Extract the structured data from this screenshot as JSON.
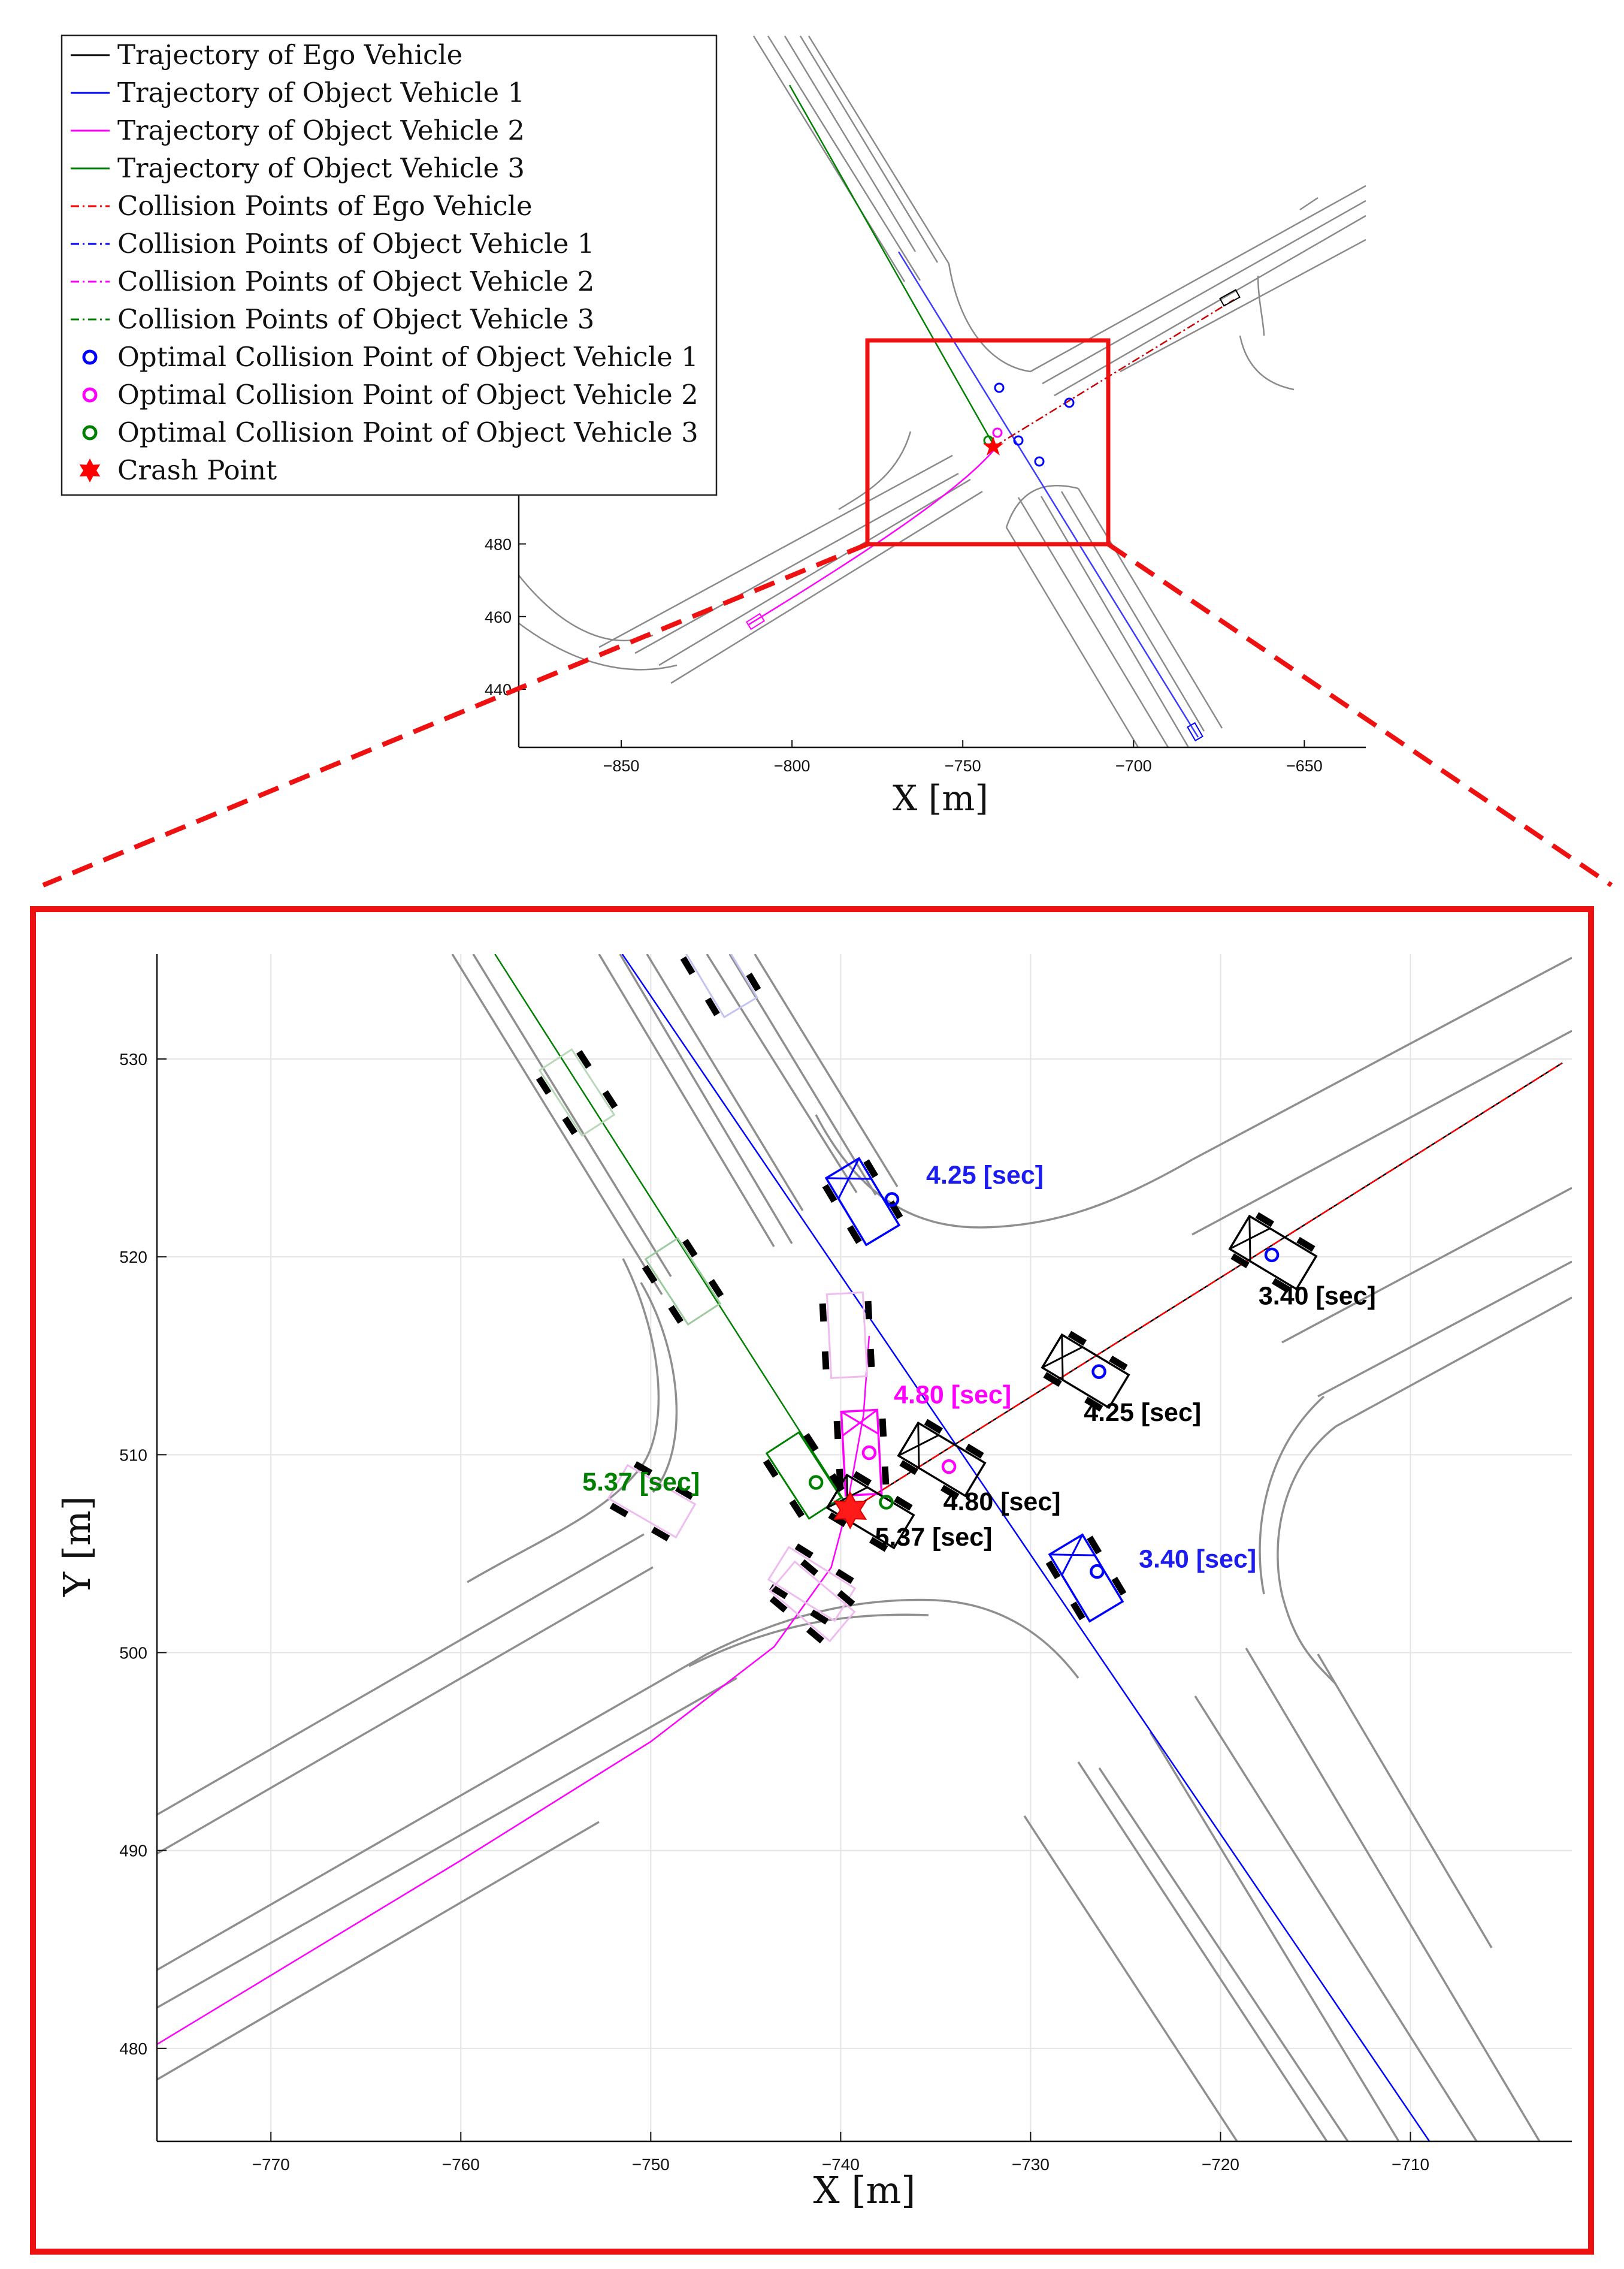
{
  "chart_data": [
    {
      "type": "line",
      "panel": "overview",
      "xlabel": "X [m]",
      "ylabel": "",
      "xlim": [
        -880,
        -632
      ],
      "ylim": [
        424,
        620
      ],
      "x_ticks": [
        -850,
        -800,
        -750,
        -700,
        -650
      ],
      "y_ticks": [
        440,
        460,
        480
      ],
      "grid": false,
      "legend": {
        "placement": "top-left",
        "entries": [
          {
            "label": "Trajectory of Ego Vehicle",
            "color": "#000000",
            "style": "solid"
          },
          {
            "label": "Trajectory of Object Vehicle 1",
            "color": "#0000ff",
            "style": "solid"
          },
          {
            "label": "Trajectory of Object Vehicle 2",
            "color": "#ff00ff",
            "style": "solid"
          },
          {
            "label": "Trajectory of Object Vehicle 3",
            "color": "#008000",
            "style": "solid"
          },
          {
            "label": "Collision Points of Ego Vehicle",
            "color": "#ff0000",
            "style": "dashdot"
          },
          {
            "label": "Collision Points of Object Vehicle 1",
            "color": "#0000ff",
            "style": "dashdot"
          },
          {
            "label": "Collision Points of Object Vehicle 2",
            "color": "#ff00ff",
            "style": "dashdot"
          },
          {
            "label": "Collision Points of Object Vehicle 3",
            "color": "#008000",
            "style": "dashdot"
          },
          {
            "label": "Optimal Collision Point of Object Vehicle 1",
            "color": "#0000ff",
            "style": "circle"
          },
          {
            "label": "Optimal Collision Point of Object Vehicle 2",
            "color": "#ff00ff",
            "style": "circle"
          },
          {
            "label": "Optimal Collision Point of Object Vehicle 3",
            "color": "#008000",
            "style": "circle"
          },
          {
            "label": "Crash Point",
            "color": "#ff0000",
            "style": "hexagram"
          }
        ]
      },
      "zoom_box": {
        "x": [
          -775,
          -705
        ],
        "y": [
          480,
          538
        ]
      },
      "series": [
        {
          "name": "Trajectory of Ego Vehicle",
          "color": "#000000",
          "x": [
            -740,
            -675
          ],
          "y": [
            507,
            542
          ]
        },
        {
          "name": "Trajectory of Object Vehicle 1",
          "color": "#0000ff",
          "x": [
            -780,
            -678
          ],
          "y": [
            612,
            432
          ]
        },
        {
          "name": "Trajectory of Object Vehicle 2",
          "color": "#ff00ff",
          "x": [
            -811,
            -741,
            -740
          ],
          "y": [
            458,
            506,
            510
          ]
        },
        {
          "name": "Trajectory of Object Vehicle 3",
          "color": "#008000",
          "x": [
            -780,
            -740
          ],
          "y": [
            612,
            507
          ]
        },
        {
          "name": "Collision Points of Ego Vehicle",
          "color": "#ff0000",
          "x": [
            -740,
            -675
          ],
          "y": [
            507,
            542
          ]
        }
      ],
      "crash_point": {
        "x": -739.5,
        "y": 507.2
      }
    },
    {
      "type": "line",
      "panel": "zoom",
      "xlabel": "X [m]",
      "ylabel": "Y [m]",
      "xlim": [
        -776,
        -701.5
      ],
      "ylim": [
        475.3,
        535.3
      ],
      "x_ticks": [
        -770,
        -760,
        -750,
        -740,
        -730,
        -720,
        -710
      ],
      "y_ticks": [
        480,
        490,
        500,
        510,
        520,
        530
      ],
      "grid": true,
      "series": [
        {
          "name": "Trajectory of Ego Vehicle",
          "color": "#000000",
          "x": [
            -739.5,
            -702
          ],
          "y": [
            507.2,
            529.8
          ]
        },
        {
          "name": "Collision Points of Ego Vehicle",
          "color": "#ff0000",
          "x": [
            -739.5,
            -702
          ],
          "y": [
            507.2,
            529.8
          ]
        },
        {
          "name": "Trajectory of Object Vehicle 1",
          "color": "#0000ff",
          "x": [
            -751.5,
            -709
          ],
          "y": [
            535.3,
            475.3
          ]
        },
        {
          "name": "Trajectory of Object Vehicle 2",
          "color": "#ff00ff",
          "x": [
            -776,
            -760,
            -750,
            -743.5,
            -740.5,
            -739.7,
            -738.8,
            -738.5
          ],
          "y": [
            480.2,
            489.5,
            495.5,
            500.3,
            504.3,
            507.2,
            512,
            516
          ]
        },
        {
          "name": "Trajectory of Object Vehicle 3",
          "color": "#008000",
          "x": [
            -758.2,
            -739.5
          ],
          "y": [
            535.3,
            507.2
          ]
        }
      ],
      "optimal_collision_points": {
        "object_vehicle_1": [
          {
            "x": -737.3,
            "y": 522.9
          },
          {
            "x": -726.5,
            "y": 504.1
          }
        ],
        "object_vehicle_2": [
          {
            "x": -738.5,
            "y": 510.1
          },
          {
            "x": -734.3,
            "y": 509.4
          }
        ],
        "object_vehicle_3": [
          {
            "x": -741.3,
            "y": 508.6
          },
          {
            "x": -737.6,
            "y": 507.6
          }
        ],
        "ego_vehicle": [
          {
            "x": -717.3,
            "y": 520.1
          },
          {
            "x": -726.4,
            "y": 514.2
          }
        ]
      },
      "crash_point": {
        "x": -739.5,
        "y": 507.2
      },
      "annotations": [
        {
          "text": "4.25 [sec]",
          "color": "#1c1cf0",
          "x": -735.5,
          "y": 523.7
        },
        {
          "text": "3.40 [sec]",
          "color": "#000000",
          "x": -718,
          "y": 517.6
        },
        {
          "text": "4.80 [sec]",
          "color": "#ff00ff",
          "x": -737.2,
          "y": 512.6
        },
        {
          "text": "4.25 [sec]",
          "color": "#000000",
          "x": -727.2,
          "y": 511.7
        },
        {
          "text": "5.37 [sec]",
          "color": "#008000",
          "x": -753.6,
          "y": 508.2
        },
        {
          "text": "4.80 [sec]",
          "color": "#000000",
          "x": -734.6,
          "y": 507.2
        },
        {
          "text": "5.37 [sec]",
          "color": "#000000",
          "x": -738.2,
          "y": 505.4
        },
        {
          "text": "3.40 [sec]",
          "color": "#1c1cf0",
          "x": -724.3,
          "y": 504.3
        }
      ]
    }
  ]
}
